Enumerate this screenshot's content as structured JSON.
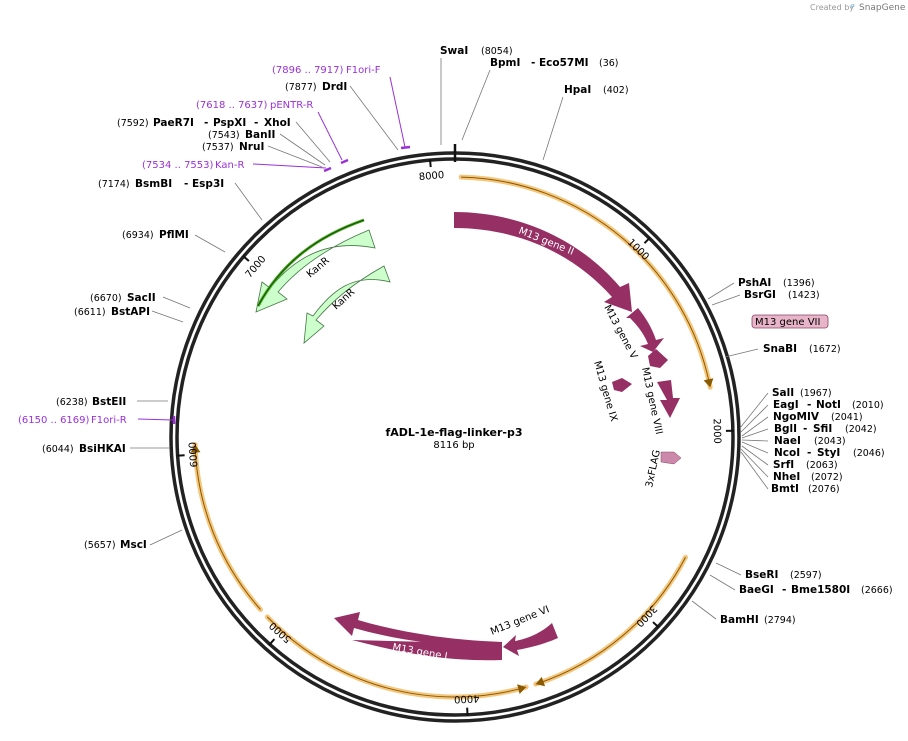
{
  "credit": {
    "prefix": "Created by",
    "brand": "SnapGene"
  },
  "plasmid": {
    "name": "fADL-1e-flag-linker-p3",
    "length_label": "8116 bp",
    "length": 8116
  },
  "colors": {
    "backbone": "#222222",
    "gene": "#962f63",
    "kanR_fill": "#ccffcc",
    "kanR_stroke": "#447744",
    "flag": "#cc88aa",
    "primer_glow": "#f5c77e",
    "primer_line": "#8a5a00",
    "feature": "#9b30d9"
  },
  "ticks": [
    {
      "pos": 1000,
      "label": "1000"
    },
    {
      "pos": 2000,
      "label": "2000"
    },
    {
      "pos": 3000,
      "label": "3000"
    },
    {
      "pos": 4000,
      "label": "4000"
    },
    {
      "pos": 5000,
      "label": "5000"
    },
    {
      "pos": 6000,
      "label": "6000"
    },
    {
      "pos": 7000,
      "label": "7000"
    },
    {
      "pos": 8000,
      "label": "8000"
    }
  ],
  "sites": [
    {
      "name": "SwaI",
      "pos": "(8054)",
      "number_after": true
    },
    {
      "name": "BpmI",
      "extra": "Eco57MI",
      "pos": "(36)",
      "number_after": true
    },
    {
      "name": "HpaI",
      "pos": "(402)",
      "number_after": true
    },
    {
      "name": "PshAI",
      "pos": "(1396)",
      "number_after": true
    },
    {
      "name": "BsrGI",
      "pos": "(1423)",
      "number_after": true
    },
    {
      "name": "SnaBI",
      "pos": "(1672)",
      "number_after": true
    },
    {
      "name": "SalI",
      "pos": "(1967)",
      "number_after": true
    },
    {
      "name": "EagI",
      "extra": "NotI",
      "pos": "(2010)",
      "number_after": true
    },
    {
      "name": "NgoMIV",
      "pos": "(2041)",
      "number_after": true
    },
    {
      "name": "BglI",
      "extra": "SfiI",
      "pos": "(2042)",
      "number_after": true
    },
    {
      "name": "NaeI",
      "pos": "(2043)",
      "number_after": true
    },
    {
      "name": "NcoI",
      "extra": "StyI",
      "pos": "(2046)",
      "number_after": true
    },
    {
      "name": "SrfI",
      "pos": "(2063)",
      "number_after": true
    },
    {
      "name": "NheI",
      "pos": "(2072)",
      "number_after": true
    },
    {
      "name": "BmtI",
      "pos": "(2076)",
      "number_after": true
    },
    {
      "name": "BseRI",
      "pos": "(2597)",
      "number_after": true
    },
    {
      "name": "BaeGI",
      "extra": "Bme1580I",
      "pos": "(2666)",
      "number_after": true
    },
    {
      "name": "BamHI",
      "pos": "(2794)",
      "number_after": true
    },
    {
      "name": "MscI",
      "pos": "(5657)",
      "number_after": false
    },
    {
      "name": "BsiHKAI",
      "pos": "(6044)",
      "number_after": false
    },
    {
      "name": "BstEII",
      "pos": "(6238)",
      "number_after": false
    },
    {
      "name": "BstAPI",
      "pos": "(6611)",
      "number_after": false
    },
    {
      "name": "SacII",
      "pos": "(6670)",
      "number_after": false
    },
    {
      "name": "PflMI",
      "pos": "(6934)",
      "number_after": false
    },
    {
      "name": "BsmBI",
      "extra": "Esp3I",
      "pos": "(7174)",
      "number_after": false
    },
    {
      "name": "NruI",
      "pos": "(7537)",
      "number_after": false
    },
    {
      "name": "BanII",
      "pos": "(7543)",
      "number_after": false
    },
    {
      "name": "PaeR7I",
      "extra": "PspXI",
      "extra2": "XhoI",
      "pos": "(7592)",
      "number_after": false
    },
    {
      "name": "DrdI",
      "pos": "(7877)",
      "number_after": false
    }
  ],
  "features": [
    {
      "range": "(7896 .. 7917)",
      "name": "F1ori-F"
    },
    {
      "range": "(7618 .. 7637)",
      "name": "pENTR-R"
    },
    {
      "range": "(7534 .. 7553)",
      "name": "Kan-R"
    },
    {
      "range": "(6150 .. 6169)",
      "name": "F1ori-R"
    }
  ],
  "genes": [
    {
      "name": "M13 gene II"
    },
    {
      "name": "M13 gene V"
    },
    {
      "name": "M13 gene VII"
    },
    {
      "name": "M13 gene IX"
    },
    {
      "name": "M13 gene VIII"
    },
    {
      "name": "3xFLAG"
    },
    {
      "name": "M13 gene VI"
    },
    {
      "name": "M13 gene I"
    },
    {
      "name": "KanR"
    },
    {
      "name": "KanR"
    }
  ]
}
